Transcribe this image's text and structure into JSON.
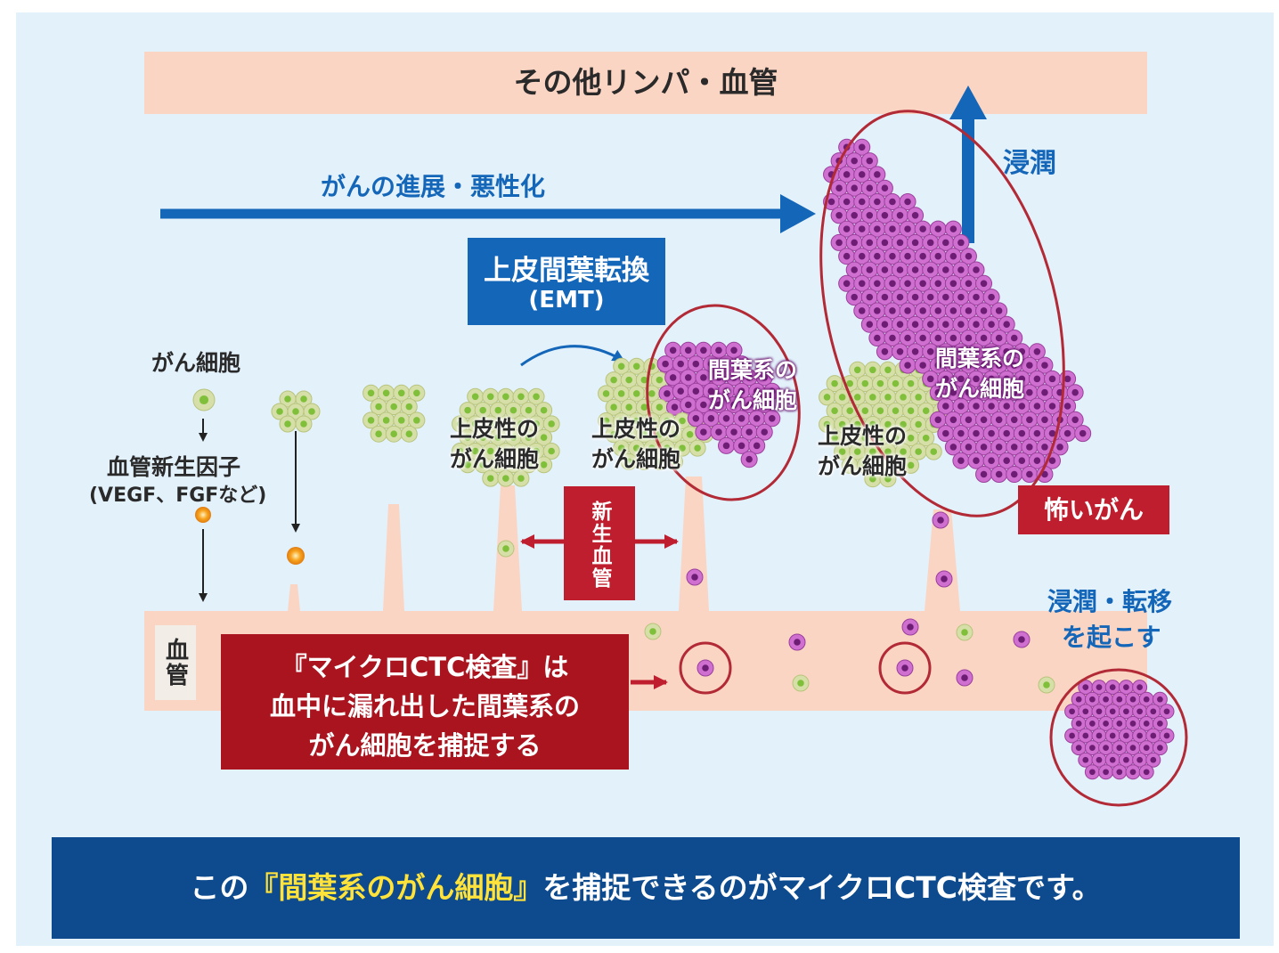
{
  "top_bar": {
    "label": "その他リンパ・血管"
  },
  "progress": {
    "label": "がんの進展・悪性化"
  },
  "invasion_top": {
    "label": "浸潤"
  },
  "emt_box": {
    "line1": "上皮間葉転換",
    "line2": "(EMT)"
  },
  "stage_labels": {
    "cancer_cell": "がん細胞",
    "angio_factor": "血管新生因子",
    "angio_factor_examples": "(VEGF、FGFなど)",
    "epithelial_a_1": "上皮性の",
    "epithelial_a_2": "がん細胞",
    "epithelial_b_1": "上皮性の",
    "epithelial_b_2": "がん細胞",
    "epithelial_c_1": "上皮性の",
    "epithelial_c_2": "がん細胞",
    "mesenchymal_a_1": "間葉系の",
    "mesenchymal_a_2": "がん細胞",
    "mesenchymal_b_1": "間葉系の",
    "mesenchymal_b_2": "がん細胞"
  },
  "new_vessels": {
    "label": "新生血管"
  },
  "dangerous": {
    "label": "怖いがん"
  },
  "metastasis": {
    "line1": "浸潤・転移",
    "line2": "を起こす"
  },
  "vessel": {
    "label": "血管"
  },
  "ctc_box": {
    "line1": "『マイクロCTC検査』は",
    "line2": "血中に漏れ出した間葉系の",
    "line3": "がん細胞を捕捉する"
  },
  "footer": {
    "part1": "この",
    "part2": "『間葉系のがん細胞』",
    "part3": "を捕捉できるのがマイクロCTC検査です。"
  },
  "colors": {
    "background": "#e3f1fb",
    "pink_band": "#fbd5c3",
    "blue_arrow": "#1466b8",
    "navy_footer": "#0e4b8e",
    "dark_red": "#bf1e2e",
    "ellipse_red": "#b22a36",
    "footer_yellow": "#ffe23a",
    "mesenchymal_cell": "#cf6fd0",
    "epithelial_cell": "#d5dfa7"
  }
}
